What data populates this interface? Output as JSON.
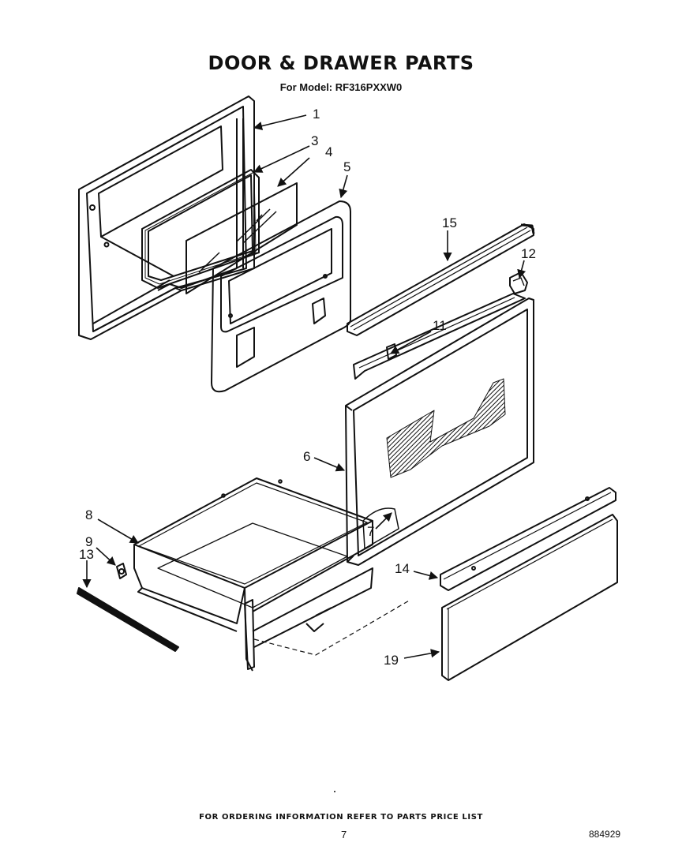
{
  "header": {
    "title": "DOOR & DRAWER PARTS",
    "subtitle": "For Model: RF316PXXW0"
  },
  "callouts": [
    {
      "id": "1",
      "label": "1"
    },
    {
      "id": "3",
      "label": "3"
    },
    {
      "id": "4",
      "label": "4"
    },
    {
      "id": "5",
      "label": "5"
    },
    {
      "id": "6",
      "label": "6"
    },
    {
      "id": "7",
      "label": "7"
    },
    {
      "id": "8",
      "label": "8"
    },
    {
      "id": "9",
      "label": "9"
    },
    {
      "id": "11",
      "label": "11"
    },
    {
      "id": "12",
      "label": "12"
    },
    {
      "id": "13",
      "label": "13"
    },
    {
      "id": "14",
      "label": "14"
    },
    {
      "id": "15",
      "label": "15"
    },
    {
      "id": "19",
      "label": "19"
    }
  ],
  "footer": {
    "ordering_note": "FOR ORDERING INFORMATION REFER TO PARTS PRICE LIST",
    "page_number": "7",
    "document_number": "884929"
  }
}
